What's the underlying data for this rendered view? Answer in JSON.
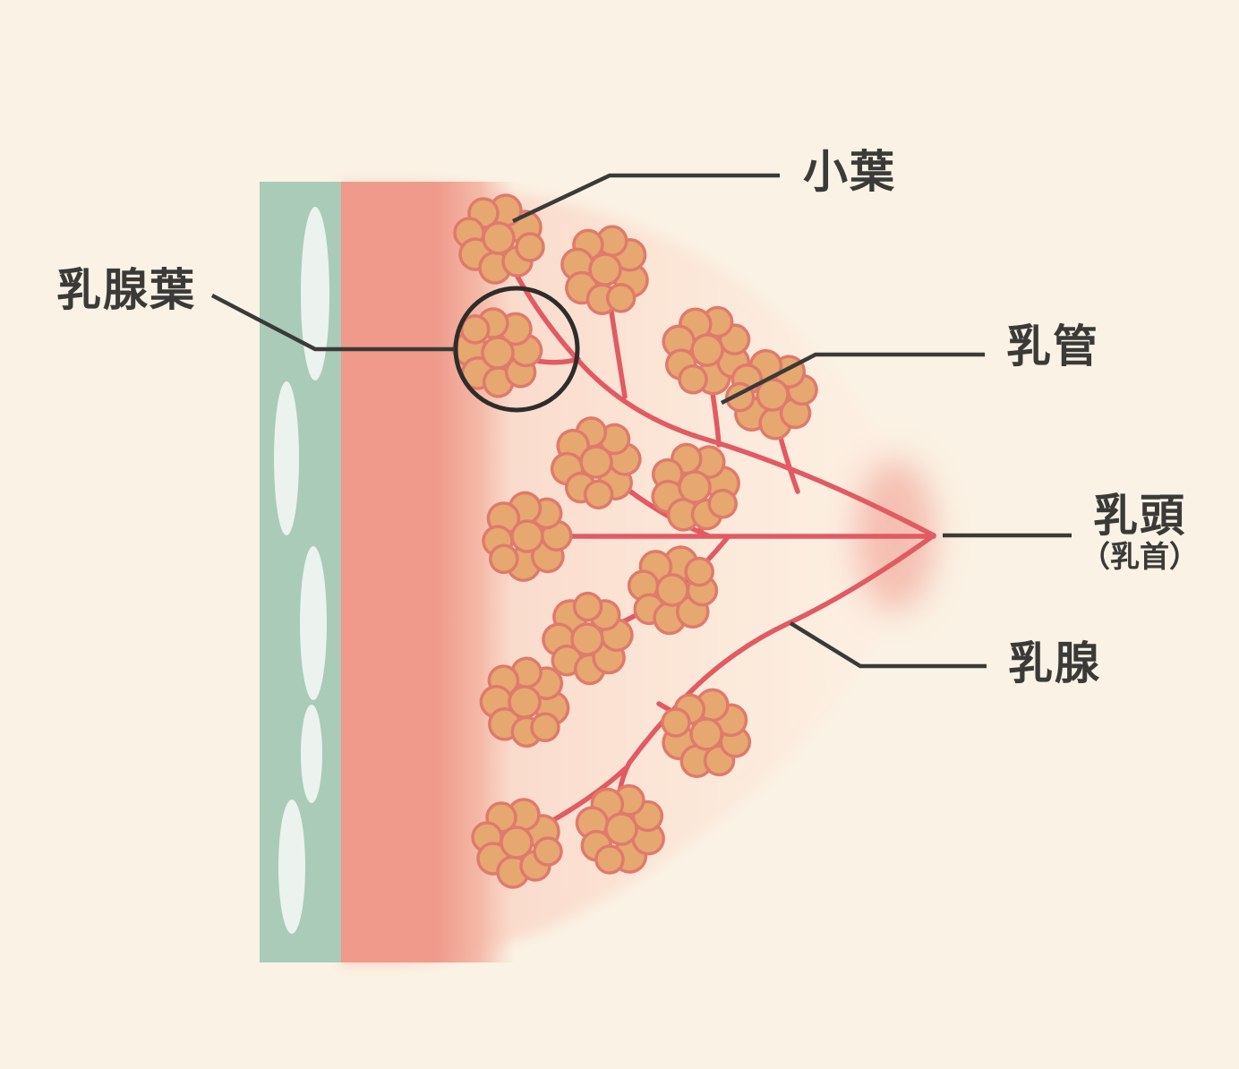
{
  "figure": {
    "kind": "breast-anatomy-cross-section-diagram",
    "labels": {
      "lobule": {
        "text": "小葉"
      },
      "gland_lobe": {
        "text": "乳腺葉"
      },
      "milk_duct": {
        "text": "乳管"
      },
      "nipple": {
        "text": "乳頭"
      },
      "nipple_sub": {
        "text": "（乳首）"
      },
      "mammary_gland": {
        "text": "乳腺"
      }
    },
    "colors": {
      "background": "#FAF2E4",
      "chest_wall_green": "#A9CBB8",
      "rib_oval": "#ECF2ED",
      "muscle_pink": "#EF9A8B",
      "breast_inner": "#F8D5C7",
      "breast_outer": "#FDF1E4",
      "nipple_blush": "#F2AFA1",
      "duct_red": "#E25A62",
      "alveoli_fill": "#E6A771",
      "alveoli_stroke": "#E07A6C",
      "highlight_circle": "#2E2D2B",
      "leader_line": "#3A3A38",
      "label_text": "#3A3A38"
    }
  }
}
